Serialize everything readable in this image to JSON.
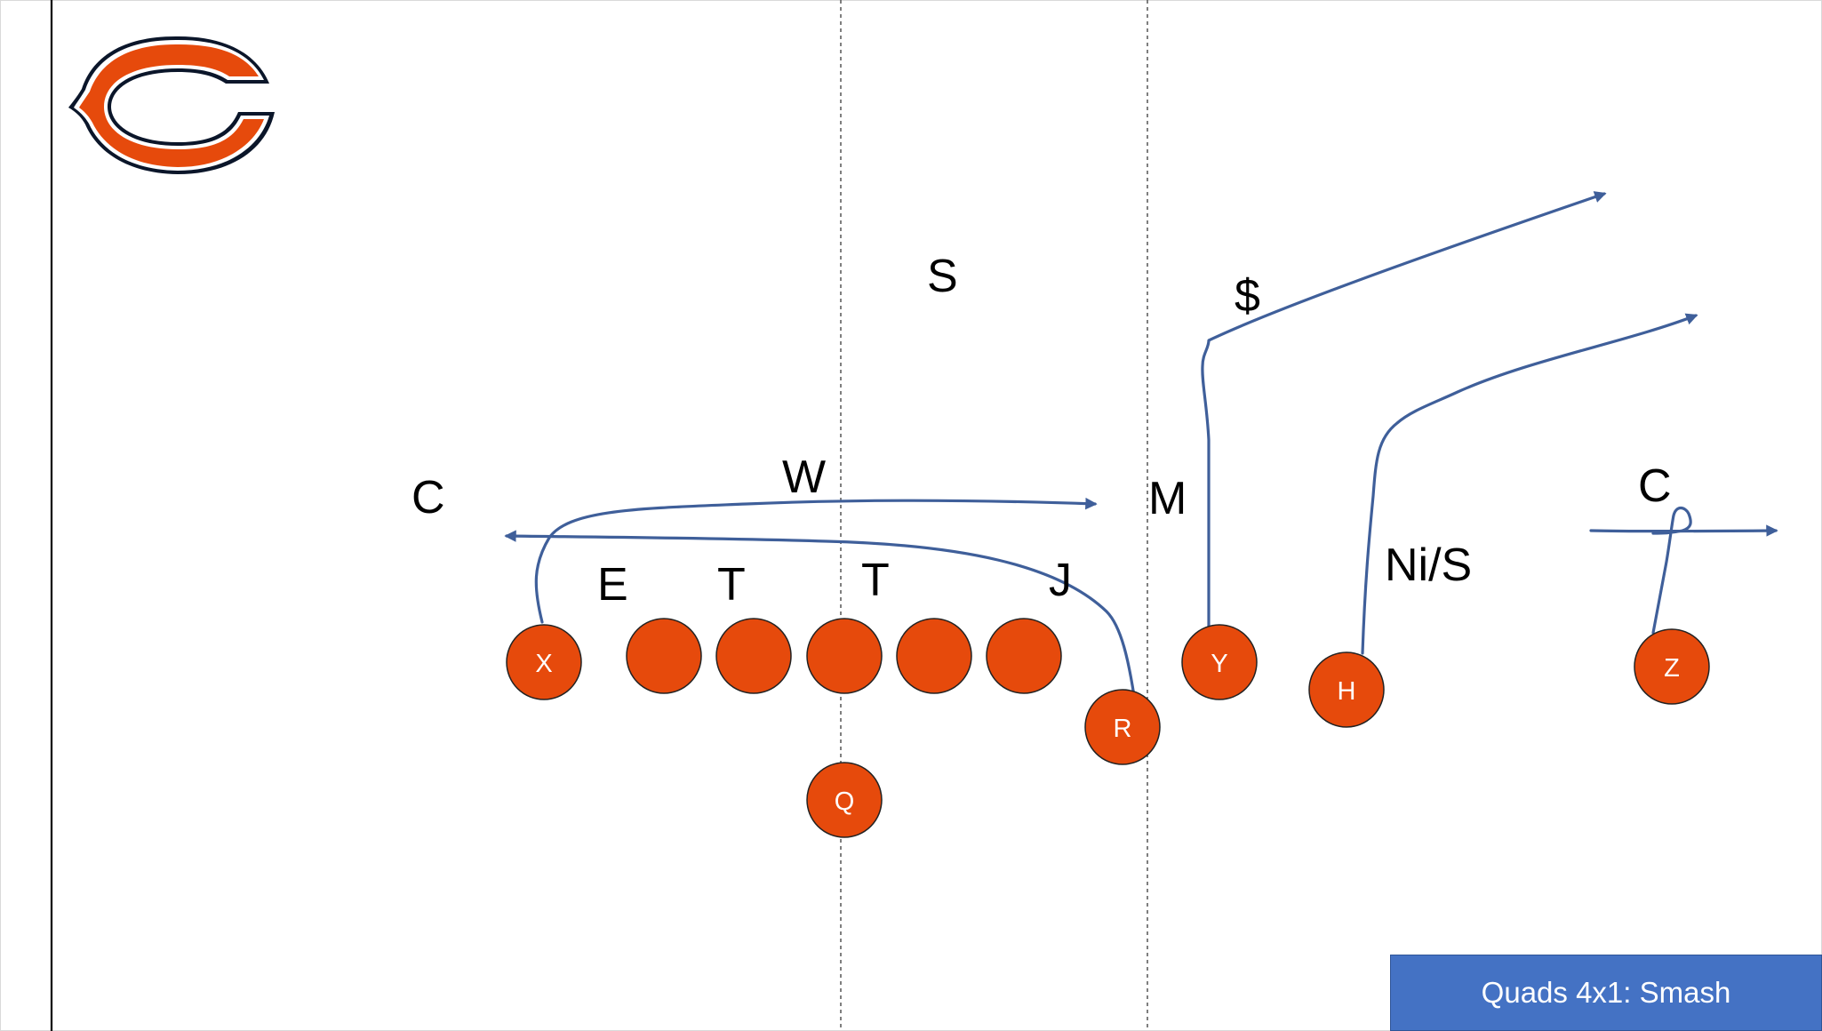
{
  "logo": {
    "name": "bears-c-logo-icon",
    "colors": {
      "fill": "#e64a0c",
      "outline": "#0b162a",
      "inner": "#ffffff"
    }
  },
  "colors": {
    "offense_player": "#e64a0c",
    "route_line": "#3f5f9a",
    "title_box": "#4472c4"
  },
  "defenders": {
    "corner_left": "C",
    "weak_lb": "W",
    "safety": "S",
    "mike": "M",
    "money": "$",
    "end": "E",
    "tackle_1": "T",
    "tackle_2": "T",
    "jack": "J",
    "nickel_safety": "Ni/S",
    "corner_right": "C"
  },
  "offense": {
    "x": "X",
    "y": "Y",
    "h": "H",
    "z": "Z",
    "r": "R",
    "q": "Q"
  },
  "play": {
    "title": "Quads 4x1: Smash"
  }
}
